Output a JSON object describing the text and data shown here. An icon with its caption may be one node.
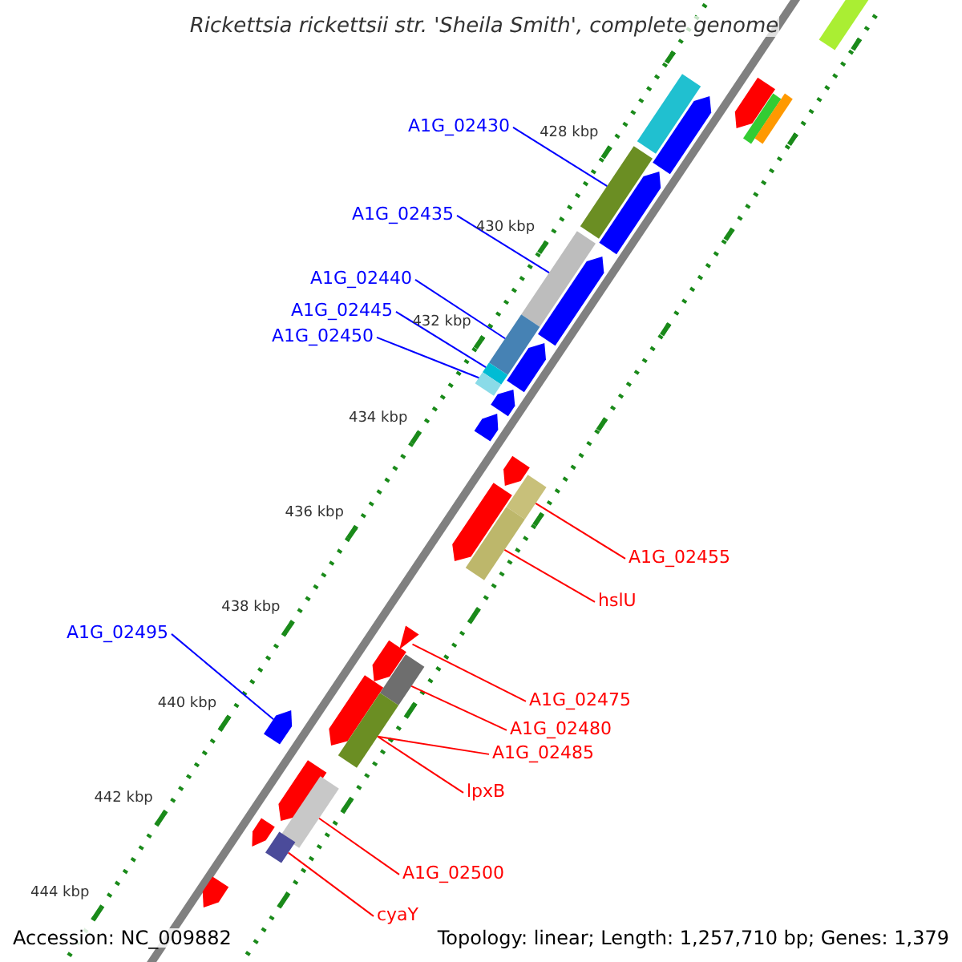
{
  "diagram": {
    "title": "Rickettsia rickettsii str. 'Sheila Smith', complete genome",
    "nodes": [
      {
        "text": [
          "A1G_02430"
        ]
      },
      {
        "text": [
          "A1G_02435"
        ]
      },
      {
        "text": [
          "A1G_02440"
        ]
      },
      {
        "text": [
          "A1G_02445"
        ]
      },
      {
        "text": [
          "A1G_02450"
        ]
      },
      {
        "text": [
          "A1G_02495"
        ]
      },
      {
        "text": [
          "A1G_02455"
        ]
      },
      {
        "text": [
          "hslU"
        ]
      },
      {
        "text": [
          "A1G_02475"
        ]
      },
      {
        "text": [
          "A1G_02480"
        ]
      },
      {
        "text": [
          "A1G_02485"
        ]
      },
      {
        "text": [
          "lpxB"
        ]
      },
      {
        "text": [
          "A1G_02500"
        ]
      },
      {
        "text": [
          "cyaY"
        ]
      },
      {
        "text": [],
        "shape": "box"
      },
      {
        "text": [],
        "shape": "box"
      },
      {
        "text": [],
        "shape": "box"
      },
      {
        "text": [],
        "shape": "box"
      },
      {
        "text": [],
        "shape": "box"
      },
      {
        "text": [],
        "shape": "arrow"
      },
      {
        "text": [],
        "shape": "box"
      },
      {
        "text": [],
        "shape": "box"
      },
      {
        "text": [],
        "shape": "triangle"
      },
      {
        "text": [],
        "shape": "box"
      },
      {
        "text": [],
        "shape": "box"
      },
      {
        "text": [],
        "shape": "box"
      },
      {
        "text": [],
        "shape": "box"
      }
    ],
    "edges": [
      {
        "from": 0,
        "to": 14,
        "arrow": "none",
        "color": "#0000ff"
      },
      {
        "from": 1,
        "to": 15,
        "arrow": "none",
        "color": "#0000ff"
      },
      {
        "from": 2,
        "to": 16,
        "arrow": "none",
        "color": "#0000ff"
      },
      {
        "from": 3,
        "to": 17,
        "arrow": "none",
        "color": "#0000ff"
      },
      {
        "from": 4,
        "to": 18,
        "arrow": "none",
        "color": "#0000ff"
      },
      {
        "from": 5,
        "to": 19,
        "arrow": "none",
        "color": "#0000ff"
      },
      {
        "from": 6,
        "to": 20,
        "arrow": "none"
      },
      {
        "from": 7,
        "to": 21,
        "arrow": "none"
      },
      {
        "from": 8,
        "to": 22,
        "arrow": "none"
      },
      {
        "from": 9,
        "to": 23,
        "arrow": "none"
      },
      {
        "from": 10,
        "to": 24,
        "arrow": "none"
      },
      {
        "from": 11,
        "to": 24,
        "arrow": "none"
      },
      {
        "from": 12,
        "to": 25,
        "arrow": "none"
      },
      {
        "from": 13,
        "to": 26,
        "arrow": "none"
      }
    ],
    "labels": [
      "428 kbp",
      "430 kbp",
      "432 kbp",
      "434 kbp",
      "436 kbp",
      "438 kbp",
      "440 kbp",
      "442 kbp",
      "444 kbp",
      "Accession: NC_009882",
      "Topology: linear; Length: 1,257,710 bp; Genes: 1,379"
    ]
  }
}
